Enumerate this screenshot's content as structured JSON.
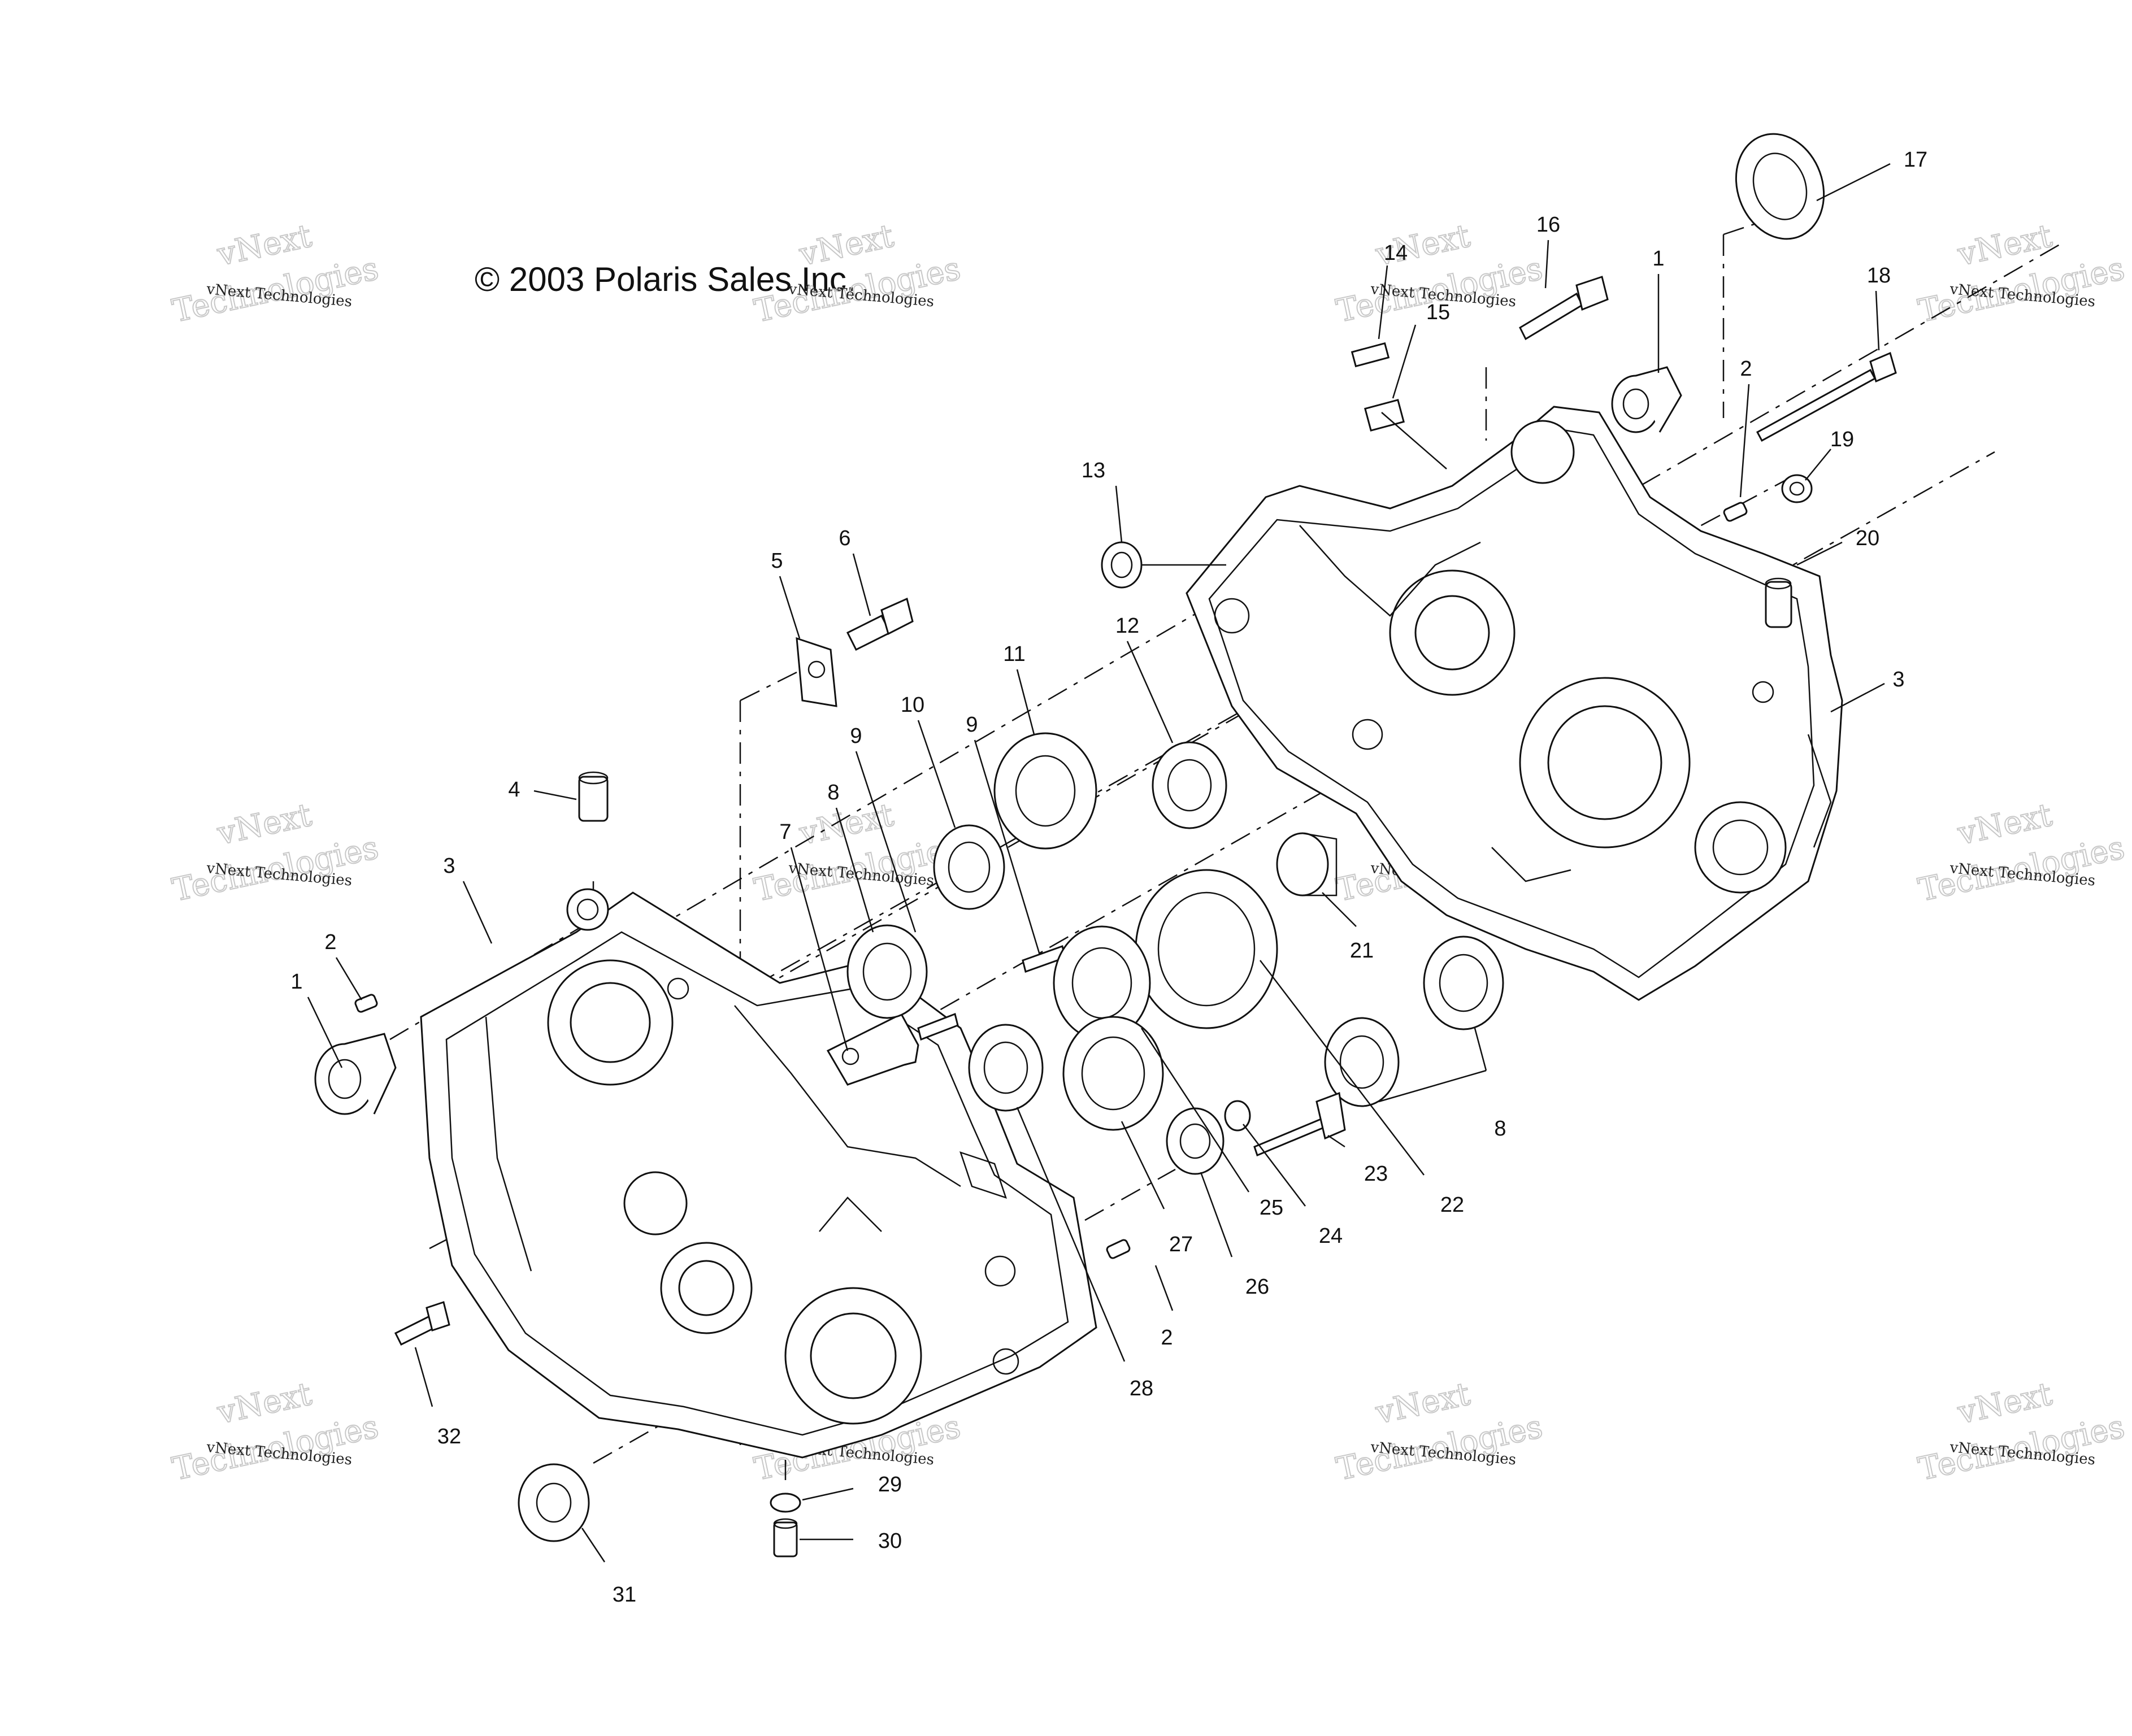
{
  "copyright": "© 2003 Polaris Sales Inc.",
  "watermark": {
    "company": "vNext Technologies",
    "top_word": "vNext",
    "bottom_word": "Technologies"
  },
  "callouts": {
    "c1a": "1",
    "c1b": "1",
    "c2a": "2",
    "c2b": "2",
    "c2c": "2",
    "c3a": "3",
    "c3b": "3",
    "c4": "4",
    "c5": "5",
    "c6": "6",
    "c7": "7",
    "c8a": "8",
    "c8b": "8",
    "c9a": "9",
    "c9b": "9",
    "c10": "10",
    "c11": "11",
    "c12": "12",
    "c13": "13",
    "c14": "14",
    "c15": "15",
    "c16": "16",
    "c17": "17",
    "c18": "18",
    "c19": "19",
    "c20": "20",
    "c21": "21",
    "c22": "22",
    "c23": "23",
    "c24": "24",
    "c25": "25",
    "c26": "26",
    "c27": "27",
    "c28": "28",
    "c29": "29",
    "c30": "30",
    "c31": "31",
    "c32": "32"
  }
}
